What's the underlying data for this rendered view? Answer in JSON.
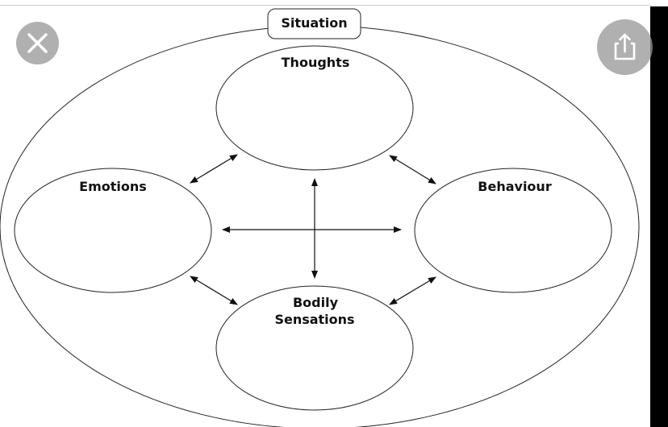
{
  "overlay": {
    "close_icon": "close-icon",
    "share_icon": "share-icon",
    "icon_color": "#ffffff",
    "button_color": "#969696"
  },
  "diagram": {
    "situation": "Situation",
    "thoughts": "Thoughts",
    "emotions": "Emotions",
    "behaviour": "Behaviour",
    "bodily_line1": "Bodily",
    "bodily_line2": "Sensations"
  }
}
